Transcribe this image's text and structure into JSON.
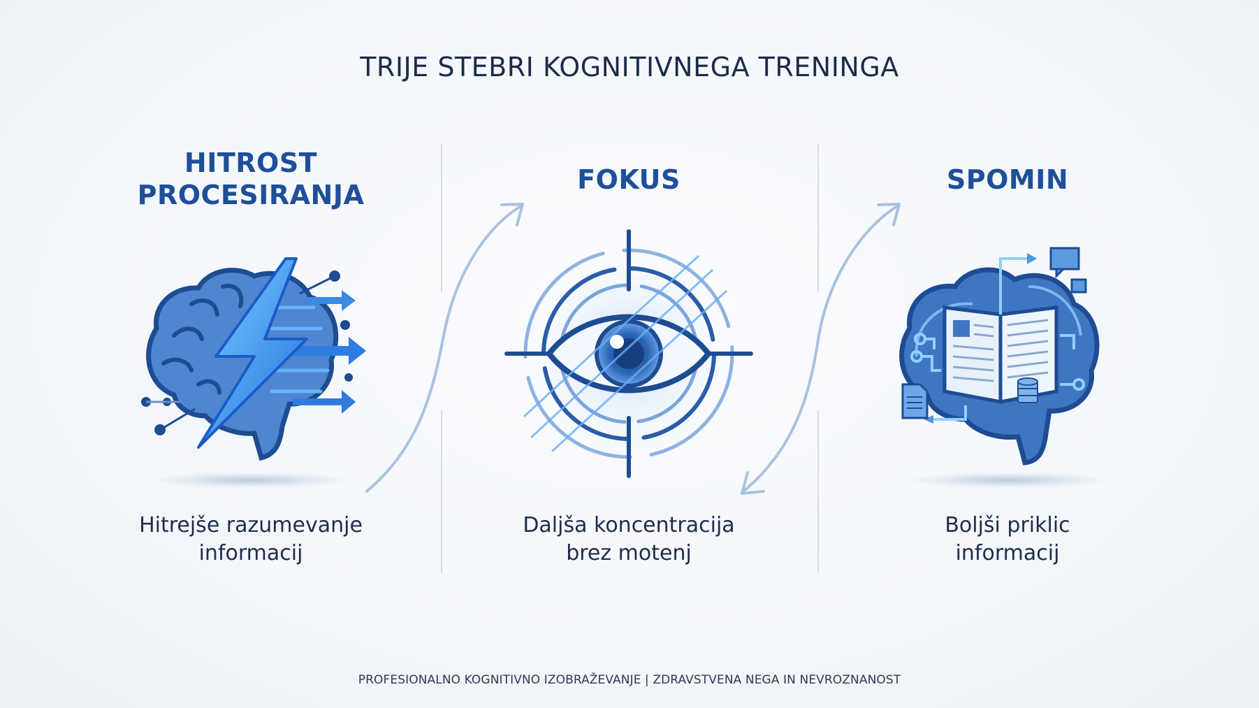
{
  "title": "TRIJE STEBRI KOGNITIVNEGA TRENINGA",
  "columns": [
    {
      "heading_line1": "HITROST",
      "heading_line2": "PROCESIRANJA",
      "icon": "brain-lightning-icon",
      "description_line1": "Hitrejše razumevanje",
      "description_line2": "informacij"
    },
    {
      "heading_line1": "FOKUS",
      "icon": "eye-target-icon",
      "description_line1": "Daljša koncentracija",
      "description_line2": "brez motenj"
    },
    {
      "heading_line1": "SPOMIN",
      "icon": "brain-book-icon",
      "description_line1": "Boljši priklic",
      "description_line2": "informacij"
    }
  ],
  "connectors": [
    {
      "from": "HITROST PROCESIRANJA",
      "to": "FOKUS",
      "icon": "curved-arrow-icon"
    },
    {
      "from": "FOKUS",
      "to": "SPOMIN",
      "icon": "double-curved-arrow-icon"
    }
  ],
  "footer": "PROFESIONALNO KOGNITIVNO IZOBRAŽEVANJE | ZDRAVSTVENA NEGA IN NEVROZNANOST",
  "colors": {
    "heading": "#1e4f9a",
    "text": "#1f2d4a",
    "accent": "#2f7ce0",
    "dark_blue": "#1d4c92",
    "connector": "#9fbadb"
  }
}
